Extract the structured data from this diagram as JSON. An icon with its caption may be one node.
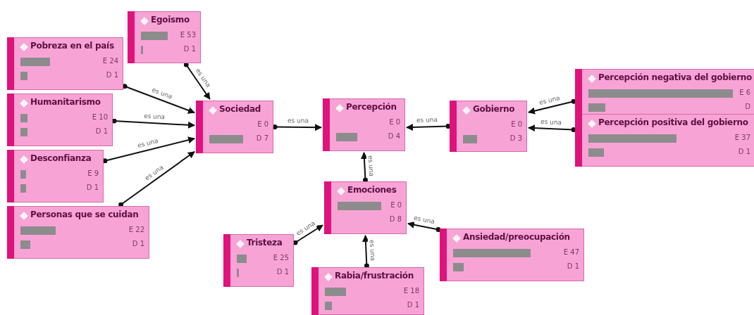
{
  "diagram": {
    "nodes": [
      {
        "text": [
          "Egoismo",
          "E 53",
          "D 1"
        ]
      },
      {
        "text": [
          "Pobreza en el país",
          "E 24",
          "D 1"
        ]
      },
      {
        "text": [
          "Humanitarismo",
          "E 10",
          "D 1"
        ]
      },
      {
        "text": [
          "Desconfianza",
          "E 9",
          "D 1"
        ]
      },
      {
        "text": [
          "Personas que se cuidan",
          "E 22",
          "D 1"
        ]
      },
      {
        "text": [
          "Sociedad",
          "E 0",
          "D 7"
        ]
      },
      {
        "text": [
          "Percepción",
          "E 0",
          "D 4"
        ]
      },
      {
        "text": [
          "Gobierno",
          "E 0",
          "D 3"
        ]
      },
      {
        "text": [
          "Percepción negativa del gobierno",
          "E 6",
          "D"
        ]
      },
      {
        "text": [
          "Percepción positiva del gobierno",
          "E 37",
          "D 1"
        ]
      },
      {
        "text": [
          "Emociones",
          "E 0",
          "D 8"
        ]
      },
      {
        "text": [
          "Tristeza",
          "E 25",
          "D 1"
        ]
      },
      {
        "text": [
          "Rabia/frustración",
          "E 18",
          "D 1"
        ]
      },
      {
        "text": [
          "Ansiedad/preocupación",
          "E 47",
          "D 1"
        ]
      }
    ],
    "edges": [
      {
        "from": 1,
        "to": 5,
        "arrow": "to",
        "label": "es una"
      },
      {
        "from": 0,
        "to": 5,
        "arrow": "to",
        "label": "es una"
      },
      {
        "from": 2,
        "to": 5,
        "arrow": "to",
        "label": "es una"
      },
      {
        "from": 3,
        "to": 5,
        "arrow": "to",
        "label": "es una"
      },
      {
        "from": 4,
        "to": 5,
        "arrow": "to",
        "label": "es una"
      },
      {
        "from": 5,
        "to": 6,
        "arrow": "to",
        "label": "es una"
      },
      {
        "from": 7,
        "to": 6,
        "arrow": "to",
        "label": "es una"
      },
      {
        "from": 8,
        "to": 7,
        "arrow": "to",
        "label": "es una"
      },
      {
        "from": 9,
        "to": 7,
        "arrow": "to",
        "label": "es una"
      },
      {
        "from": 10,
        "to": 6,
        "arrow": "to",
        "label": "es una"
      },
      {
        "from": 11,
        "to": 10,
        "arrow": "to",
        "label": "es una"
      },
      {
        "from": 12,
        "to": 10,
        "arrow": "to",
        "label": "es una"
      },
      {
        "from": 13,
        "to": 10,
        "arrow": "to",
        "label": "es una"
      }
    ]
  }
}
